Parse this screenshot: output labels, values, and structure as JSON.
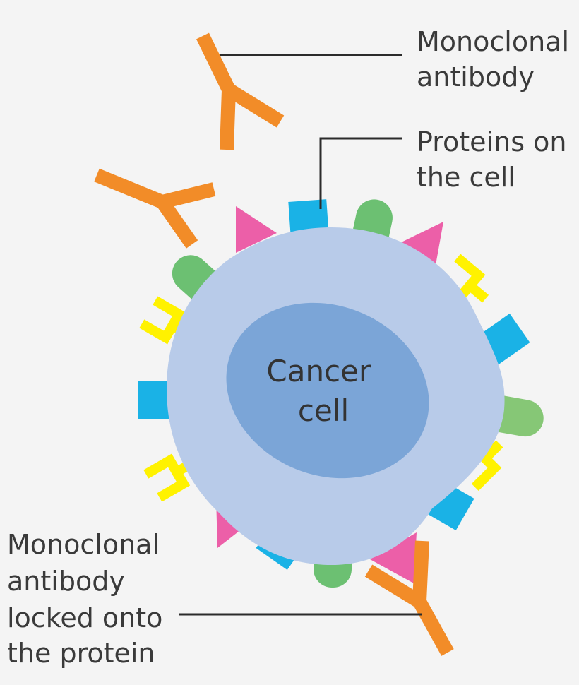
{
  "labels": {
    "monoclonal_antibody": [
      "Monoclonal",
      "antibody"
    ],
    "proteins_on_cell": [
      "Proteins on",
      "the cell"
    ],
    "cancer_cell": [
      "Cancer",
      "cell"
    ],
    "locked_antibody": [
      "Monoclonal",
      "antibody",
      "locked onto",
      "the protein"
    ]
  },
  "colors": {
    "background": "#f4f4f4",
    "cell_body": "#b8cbe9",
    "nucleus": "#7ba5d7",
    "antibody": "#f28c28",
    "protein_blue": "#1ab2e6",
    "protein_green": "#6cc072",
    "protein_pink": "#ec5fa8",
    "protein_yellow": "#fff200"
  }
}
